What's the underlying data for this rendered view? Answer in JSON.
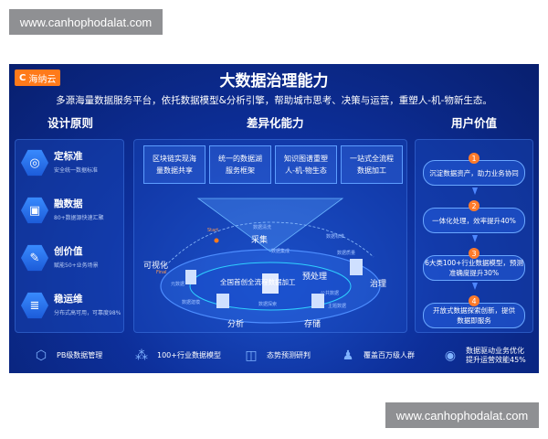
{
  "watermark": "www.canhophodalat.com",
  "header": {
    "logo": "海纳云",
    "logo_mark": "C",
    "title": "大数据治理能力",
    "subtitle": "多源海量数据服务平台，依托数据模型&分析引擎，帮助城市思考、决策与运营，重塑人-机-物新生态。"
  },
  "sections": {
    "left": "设计原则",
    "middle": "差异化能力",
    "right": "用户价值"
  },
  "principles": [
    {
      "title": "定标准",
      "desc": "安全统一数据标准",
      "icon": "standard-icon",
      "glyph": "◎"
    },
    {
      "title": "融数据",
      "desc": "80+数据源快速汇聚",
      "icon": "merge-icon",
      "glyph": "▣"
    },
    {
      "title": "创价值",
      "desc": "赋能50+业务场景",
      "icon": "value-icon",
      "glyph": "✎"
    },
    {
      "title": "稳运维",
      "desc": "分布式高可用，可靠度98%",
      "icon": "ops-icon",
      "glyph": "≣"
    }
  ],
  "capabilities": [
    {
      "line1": "区块链实现海",
      "line2": "量数据共享"
    },
    {
      "line1": "统一的数据湖",
      "line2": "服务框架"
    },
    {
      "line1": "知识图谱重塑",
      "line2": "人-机-物生态"
    },
    {
      "line1": "一站式全流程",
      "line2": "数据加工"
    }
  ],
  "process": {
    "center": "全国首创全流程数据加工",
    "start": "Start",
    "final": "Final",
    "steps": [
      "采集",
      "预处理",
      "治理",
      "存储",
      "分析",
      "可视化"
    ],
    "tiny": [
      "数据清洗",
      "数据集成",
      "数据标准",
      "数据质量",
      "元数据",
      "数据建模",
      "数据探索",
      "公共数据",
      "主题数据"
    ]
  },
  "values": [
    {
      "num": "1",
      "text": "沉淀数据资产，助力业务协同"
    },
    {
      "num": "2",
      "text": "一体化处理，效率提升40%"
    },
    {
      "num": "3",
      "line1": "6大类100+行业数据模型，预测",
      "line2": "准确度提升30%"
    },
    {
      "num": "4",
      "line1": "开放式数据探索创新，提供",
      "line2": "数据即服务"
    }
  ],
  "footer": [
    {
      "text": "PB级数据管理",
      "icon": "cube-icon",
      "glyph": "⬡"
    },
    {
      "text": "100+行业数据模型",
      "icon": "model-icon",
      "glyph": "⁂"
    },
    {
      "text": "态势预测研判",
      "icon": "chart-icon",
      "glyph": "◫"
    },
    {
      "text": "覆盖百万级人群",
      "icon": "people-icon",
      "glyph": "♟"
    },
    {
      "line1": "数据驱动业务优化",
      "line2": "提升运营效能45%",
      "icon": "money-icon",
      "glyph": "◉"
    }
  ],
  "colors": {
    "background": "#0d2f9a",
    "accent": "#ff7a1a",
    "box_border": "#5d9dff"
  }
}
